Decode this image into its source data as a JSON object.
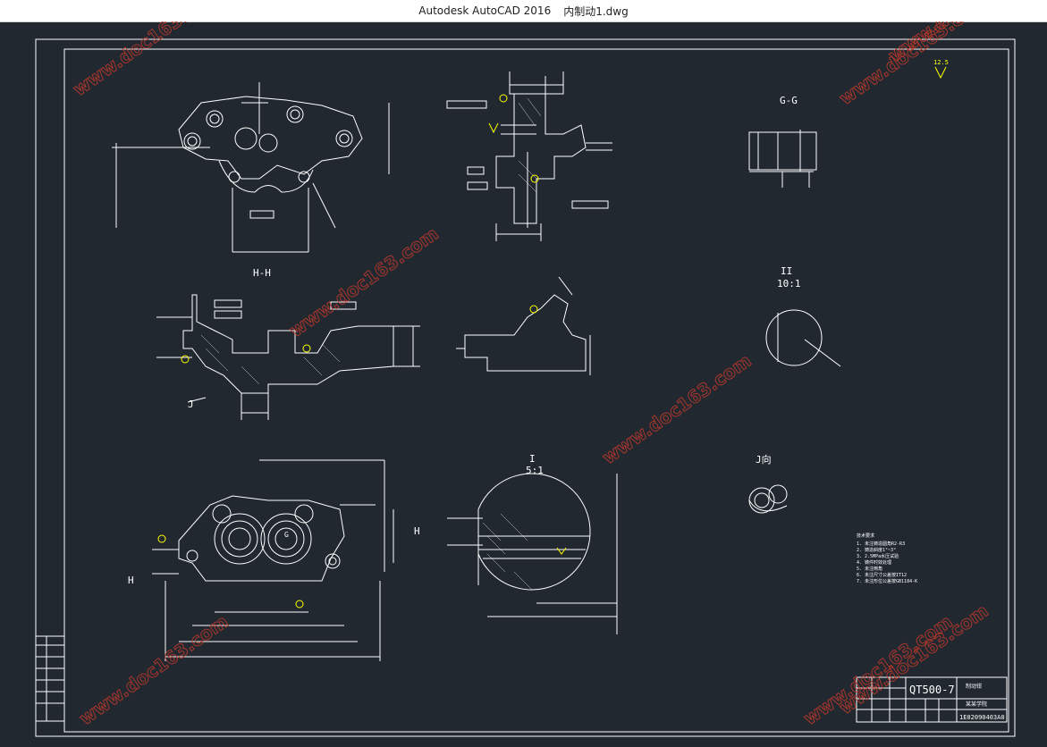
{
  "window": {
    "app_title": "Autodesk AutoCAD 2016",
    "file_name": "内制动1.dwg"
  },
  "drawing": {
    "view_labels": {
      "hh": "H-H",
      "gg": "G-G",
      "ii_top": "II",
      "ii_scale": "10:1",
      "i_top": "I",
      "i_scale": "5:1",
      "j_view": "J向",
      "j_arrow": "J",
      "h_arrow": "H",
      "h_arrow2": "H",
      "g_mark": "G"
    },
    "tech_requirements_title": "技术要求",
    "tech_requirements": [
      "1. 未注铸造圆角R2-R3",
      "2. 铸造斜度1°~3°",
      "3. 2.5MPa水压试验",
      "4. 铸件时效处理",
      "5. 未注倒角",
      "6. 未注尺寸公差按IT12",
      "7. 未注形位公差按GB1184-K"
    ],
    "title_block": {
      "material": "QT500-7",
      "drawing_no": "1E02090403A0",
      "part_name": "制动钳",
      "company": "某某学院"
    },
    "watermark": "www.doc163.com",
    "colors": {
      "background": "#212830",
      "lines": "#ffffff",
      "annotation": "#ffff00",
      "watermark": "#c0392b"
    }
  }
}
